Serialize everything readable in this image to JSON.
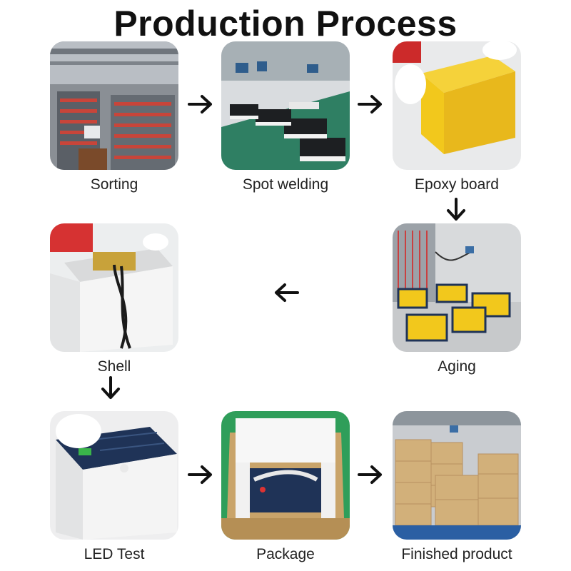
{
  "title": "Production Process",
  "steps": [
    {
      "label": "Sorting"
    },
    {
      "label": "Spot welding"
    },
    {
      "label": "Epoxy board"
    },
    {
      "label": "Aging"
    },
    {
      "label": "Shell"
    },
    {
      "label": "LED Test"
    },
    {
      "label": "Package"
    },
    {
      "label": "Finished product"
    }
  ],
  "icons": {
    "arrow_right": "arrow-right-icon",
    "arrow_left": "arrow-left-icon",
    "arrow_down": "arrow-down-icon"
  },
  "colors": {
    "text": "#111111",
    "battery_yellow": "#f2c81c",
    "battery_navy": "#1f3357",
    "box_cardboard": "#c9a46a"
  }
}
